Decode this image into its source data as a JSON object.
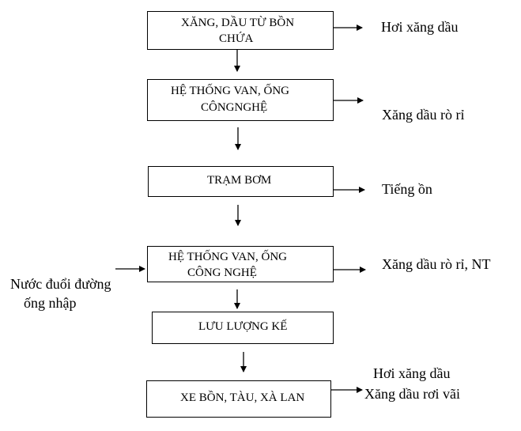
{
  "steps": [
    {
      "lines": [
        "XĂNG, DẦU TỪ BỒN",
        "CHỨA"
      ],
      "output": [
        "Hơi xăng dầu"
      ]
    },
    {
      "lines": [
        "HỆ THỐNG VAN, ỐNG",
        "CÔNGNGHỆ"
      ],
      "output": [
        "Xăng dầu  rò rỉ"
      ]
    },
    {
      "lines": [
        "TRẠM BƠM"
      ],
      "output": [
        "Tiếng ồn"
      ]
    },
    {
      "lines": [
        "HỆ THỐNG VAN, ỐNG",
        "CÔNG NGHỆ"
      ],
      "output": [
        "Xăng dầu  rò rỉ, NT"
      ]
    },
    {
      "lines": [
        "LƯU LƯỢNG KẾ"
      ],
      "output": []
    },
    {
      "lines": [
        "XE BỒN, TÀU, XÀ LAN"
      ],
      "output": [
        "Hơi xăng dầu",
        "Xăng dầu rơi vãi"
      ]
    }
  ],
  "input": {
    "lines": [
      "Nước đuổi đường",
      "ống nhập"
    ]
  }
}
